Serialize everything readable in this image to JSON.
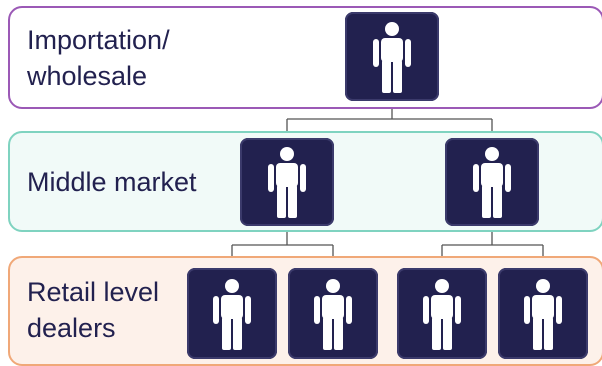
{
  "tiers": {
    "importation": {
      "label": "Importation/\nwholesale"
    },
    "middle": {
      "label": "Middle market"
    },
    "retail": {
      "label": "Retail level\ndealers"
    }
  },
  "icons": {
    "person": "person-icon"
  },
  "colors": {
    "node_fill": "#22214f",
    "import_border": "#9b59b6",
    "middle_border": "#7fd3c0",
    "retail_border": "#f0a878",
    "connector": "#555555"
  }
}
